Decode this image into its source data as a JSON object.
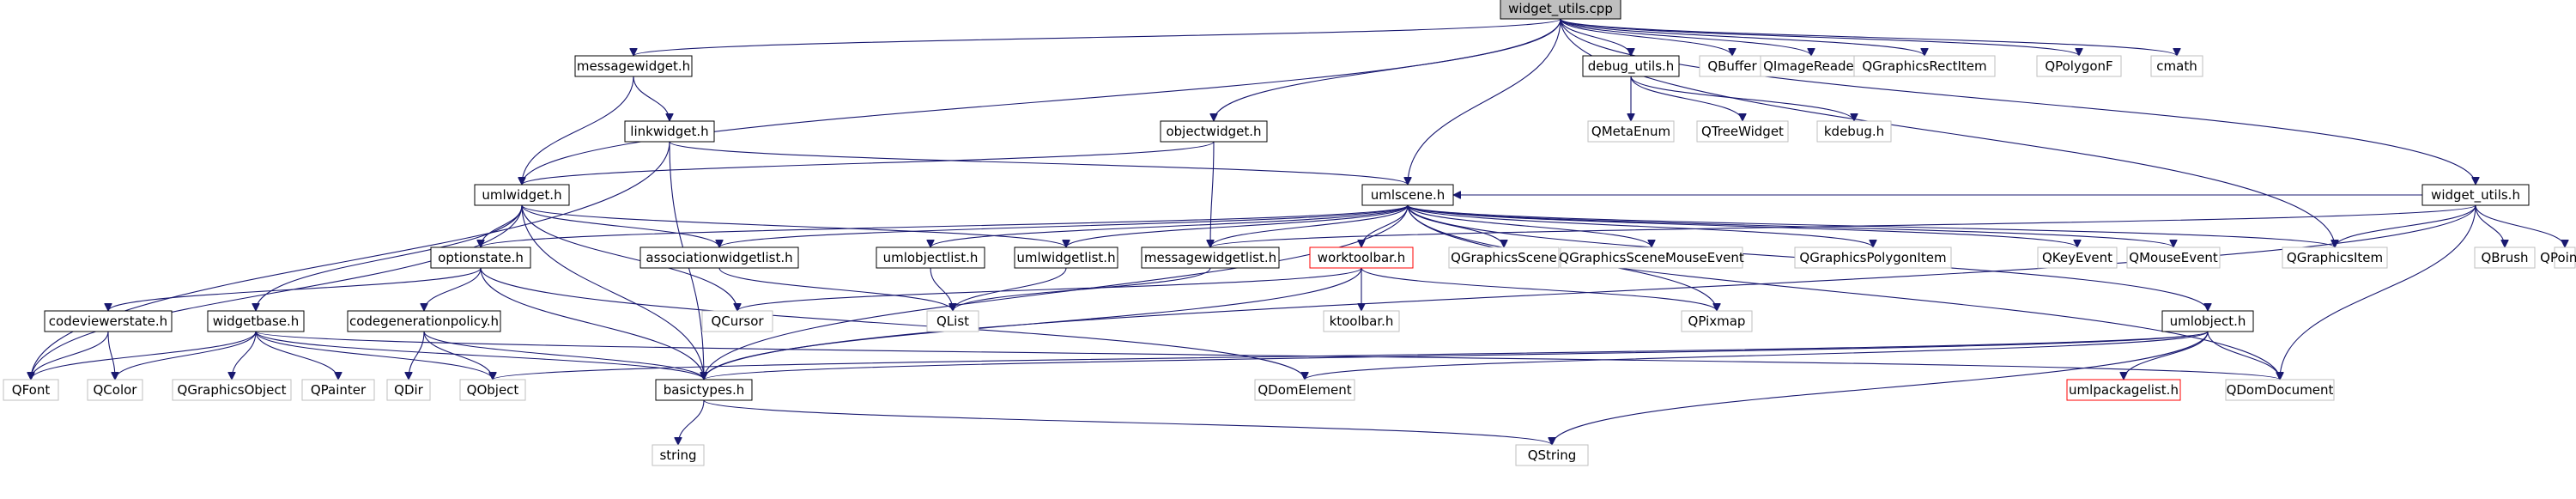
{
  "colors": {
    "edge": "#191970",
    "root_fill": "#bfbfbf",
    "documented_border": "#000000",
    "external_border": "#bfbfbf",
    "red_border": "#ff0000",
    "node_fill": "#ffffff"
  },
  "graph": {
    "nodes": [
      {
        "id": "widget_utils_cpp",
        "label": "widget_utils.cpp",
        "kind": "root"
      },
      {
        "id": "messagewidget_h",
        "label": "messagewidget.h",
        "kind": "documented"
      },
      {
        "id": "debug_utils_h",
        "label": "debug_utils.h",
        "kind": "documented"
      },
      {
        "id": "QBuffer",
        "label": "QBuffer",
        "kind": "external"
      },
      {
        "id": "QImageReader",
        "label": "QImageReader",
        "kind": "external"
      },
      {
        "id": "QGraphicsRectItem",
        "label": "QGraphicsRectItem",
        "kind": "external"
      },
      {
        "id": "QPolygonF",
        "label": "QPolygonF",
        "kind": "external"
      },
      {
        "id": "cmath",
        "label": "cmath",
        "kind": "external"
      },
      {
        "id": "linkwidget_h",
        "label": "linkwidget.h",
        "kind": "documented"
      },
      {
        "id": "objectwidget_h",
        "label": "objectwidget.h",
        "kind": "documented"
      },
      {
        "id": "QMetaEnum",
        "label": "QMetaEnum",
        "kind": "external"
      },
      {
        "id": "QTreeWidget",
        "label": "QTreeWidget",
        "kind": "external"
      },
      {
        "id": "kdebug_h",
        "label": "kdebug.h",
        "kind": "external"
      },
      {
        "id": "umlwidget_h",
        "label": "umlwidget.h",
        "kind": "documented"
      },
      {
        "id": "umlscene_h",
        "label": "umlscene.h",
        "kind": "documented"
      },
      {
        "id": "widget_utils_h",
        "label": "widget_utils.h",
        "kind": "documented"
      },
      {
        "id": "optionstate_h",
        "label": "optionstate.h",
        "kind": "documented"
      },
      {
        "id": "associationwidgetlist_h",
        "label": "associationwidgetlist.h",
        "kind": "documented"
      },
      {
        "id": "umlobjectlist_h",
        "label": "umlobjectlist.h",
        "kind": "documented"
      },
      {
        "id": "umlwidgetlist_h",
        "label": "umlwidgetlist.h",
        "kind": "documented"
      },
      {
        "id": "messagewidgetlist_h",
        "label": "messagewidgetlist.h",
        "kind": "documented"
      },
      {
        "id": "worktoolbar_h",
        "label": "worktoolbar.h",
        "kind": "red"
      },
      {
        "id": "QGraphicsScene",
        "label": "QGraphicsScene",
        "kind": "external"
      },
      {
        "id": "QGraphicsSceneMouseEvent",
        "label": "QGraphicsSceneMouseEvent",
        "kind": "external"
      },
      {
        "id": "QGraphicsPolygonItem",
        "label": "QGraphicsPolygonItem",
        "kind": "external"
      },
      {
        "id": "QKeyEvent",
        "label": "QKeyEvent",
        "kind": "external"
      },
      {
        "id": "QMouseEvent",
        "label": "QMouseEvent",
        "kind": "external"
      },
      {
        "id": "QGraphicsItem",
        "label": "QGraphicsItem",
        "kind": "external"
      },
      {
        "id": "QBrush",
        "label": "QBrush",
        "kind": "external"
      },
      {
        "id": "QPointF",
        "label": "QPointF",
        "kind": "external"
      },
      {
        "id": "codeviewerstate_h",
        "label": "codeviewerstate.h",
        "kind": "documented"
      },
      {
        "id": "widgetbase_h",
        "label": "widgetbase.h",
        "kind": "documented"
      },
      {
        "id": "codegenerationpolicy_h",
        "label": "codegenerationpolicy.h",
        "kind": "documented"
      },
      {
        "id": "QList",
        "label": "QList",
        "kind": "external"
      },
      {
        "id": "QCursor",
        "label": "QCursor",
        "kind": "external"
      },
      {
        "id": "ktoolbar_h",
        "label": "ktoolbar.h",
        "kind": "external"
      },
      {
        "id": "QPixmap",
        "label": "QPixmap",
        "kind": "external"
      },
      {
        "id": "umlobject_h",
        "label": "umlobject.h",
        "kind": "documented"
      },
      {
        "id": "QFont",
        "label": "QFont",
        "kind": "external"
      },
      {
        "id": "QColor",
        "label": "QColor",
        "kind": "external"
      },
      {
        "id": "QGraphicsObject",
        "label": "QGraphicsObject",
        "kind": "external"
      },
      {
        "id": "QPainter",
        "label": "QPainter",
        "kind": "external"
      },
      {
        "id": "QDir",
        "label": "QDir",
        "kind": "external"
      },
      {
        "id": "QObject",
        "label": "QObject",
        "kind": "external"
      },
      {
        "id": "basictypes_h",
        "label": "basictypes.h",
        "kind": "documented"
      },
      {
        "id": "QDomElement",
        "label": "QDomElement",
        "kind": "external"
      },
      {
        "id": "umlpackagelist_h",
        "label": "umlpackagelist.h",
        "kind": "red"
      },
      {
        "id": "QDomDocument",
        "label": "QDomDocument",
        "kind": "external"
      },
      {
        "id": "string",
        "label": "string",
        "kind": "external"
      },
      {
        "id": "QString",
        "label": "QString",
        "kind": "external"
      }
    ],
    "edges": [
      [
        "widget_utils_cpp",
        "messagewidget_h"
      ],
      [
        "widget_utils_cpp",
        "debug_utils_h"
      ],
      [
        "widget_utils_cpp",
        "QBuffer"
      ],
      [
        "widget_utils_cpp",
        "QImageReader"
      ],
      [
        "widget_utils_cpp",
        "QGraphicsRectItem"
      ],
      [
        "widget_utils_cpp",
        "QPolygonF"
      ],
      [
        "widget_utils_cpp",
        "cmath"
      ],
      [
        "widget_utils_cpp",
        "umlwidget_h"
      ],
      [
        "widget_utils_cpp",
        "objectwidget_h"
      ],
      [
        "widget_utils_cpp",
        "widget_utils_h"
      ],
      [
        "widget_utils_cpp",
        "umlscene_h"
      ],
      [
        "widget_utils_cpp",
        "QGraphicsItem"
      ],
      [
        "messagewidget_h",
        "linkwidget_h"
      ],
      [
        "messagewidget_h",
        "umlwidget_h"
      ],
      [
        "debug_utils_h",
        "QMetaEnum"
      ],
      [
        "debug_utils_h",
        "QTreeWidget"
      ],
      [
        "debug_utils_h",
        "kdebug_h"
      ],
      [
        "linkwidget_h",
        "QFont"
      ],
      [
        "linkwidget_h",
        "basictypes_h"
      ],
      [
        "linkwidget_h",
        "umlscene_h"
      ],
      [
        "objectwidget_h",
        "umlwidget_h"
      ],
      [
        "objectwidget_h",
        "messagewidgetlist_h"
      ],
      [
        "umlwidget_h",
        "optionstate_h"
      ],
      [
        "umlwidget_h",
        "associationwidgetlist_h"
      ],
      [
        "umlwidget_h",
        "umlwidgetlist_h"
      ],
      [
        "umlwidget_h",
        "widgetbase_h"
      ],
      [
        "umlwidget_h",
        "QCursor"
      ],
      [
        "umlwidget_h",
        "basictypes_h"
      ],
      [
        "umlwidget_h",
        "QFont"
      ],
      [
        "umlscene_h",
        "optionstate_h"
      ],
      [
        "umlscene_h",
        "associationwidgetlist_h"
      ],
      [
        "umlscene_h",
        "umlobjectlist_h"
      ],
      [
        "umlscene_h",
        "umlwidgetlist_h"
      ],
      [
        "umlscene_h",
        "messagewidgetlist_h"
      ],
      [
        "umlscene_h",
        "worktoolbar_h"
      ],
      [
        "umlscene_h",
        "QGraphicsScene"
      ],
      [
        "umlscene_h",
        "QGraphicsSceneMouseEvent"
      ],
      [
        "umlscene_h",
        "QGraphicsPolygonItem"
      ],
      [
        "umlscene_h",
        "QKeyEvent"
      ],
      [
        "umlscene_h",
        "QMouseEvent"
      ],
      [
        "umlscene_h",
        "QGraphicsItem"
      ],
      [
        "umlscene_h",
        "QPixmap"
      ],
      [
        "umlscene_h",
        "QDomDocument"
      ],
      [
        "umlscene_h",
        "umlobject_h"
      ],
      [
        "umlscene_h",
        "basictypes_h"
      ],
      [
        "widget_utils_h",
        "umlscene_h"
      ],
      [
        "widget_utils_h",
        "QBrush"
      ],
      [
        "widget_utils_h",
        "QPointF"
      ],
      [
        "widget_utils_h",
        "QGraphicsItem"
      ],
      [
        "widget_utils_h",
        "QDomDocument"
      ],
      [
        "widget_utils_h",
        "messagewidgetlist_h"
      ],
      [
        "widget_utils_h",
        "basictypes_h"
      ],
      [
        "optionstate_h",
        "codeviewerstate_h"
      ],
      [
        "optionstate_h",
        "codegenerationpolicy_h"
      ],
      [
        "optionstate_h",
        "basictypes_h"
      ],
      [
        "optionstate_h",
        "QDomElement"
      ],
      [
        "associationwidgetlist_h",
        "QList"
      ],
      [
        "umlobjectlist_h",
        "QList"
      ],
      [
        "umlwidgetlist_h",
        "QList"
      ],
      [
        "messagewidgetlist_h",
        "QList"
      ],
      [
        "worktoolbar_h",
        "ktoolbar_h"
      ],
      [
        "worktoolbar_h",
        "QCursor"
      ],
      [
        "worktoolbar_h",
        "QPixmap"
      ],
      [
        "worktoolbar_h",
        "basictypes_h"
      ],
      [
        "codeviewerstate_h",
        "QFont"
      ],
      [
        "codeviewerstate_h",
        "QColor"
      ],
      [
        "widgetbase_h",
        "QFont"
      ],
      [
        "widgetbase_h",
        "QColor"
      ],
      [
        "widgetbase_h",
        "QGraphicsObject"
      ],
      [
        "widgetbase_h",
        "QPainter"
      ],
      [
        "widgetbase_h",
        "QObject"
      ],
      [
        "widgetbase_h",
        "basictypes_h"
      ],
      [
        "widgetbase_h",
        "QDomDocument"
      ],
      [
        "codegenerationpolicy_h",
        "QDir"
      ],
      [
        "codegenerationpolicy_h",
        "QObject"
      ],
      [
        "codegenerationpolicy_h",
        "basictypes_h"
      ],
      [
        "umlobject_h",
        "QObject"
      ],
      [
        "umlobject_h",
        "basictypes_h"
      ],
      [
        "umlobject_h",
        "QDomElement"
      ],
      [
        "umlobject_h",
        "umlpackagelist_h"
      ],
      [
        "umlobject_h",
        "QDomDocument"
      ],
      [
        "umlobject_h",
        "QString"
      ],
      [
        "basictypes_h",
        "string"
      ],
      [
        "basictypes_h",
        "QString"
      ]
    ]
  }
}
